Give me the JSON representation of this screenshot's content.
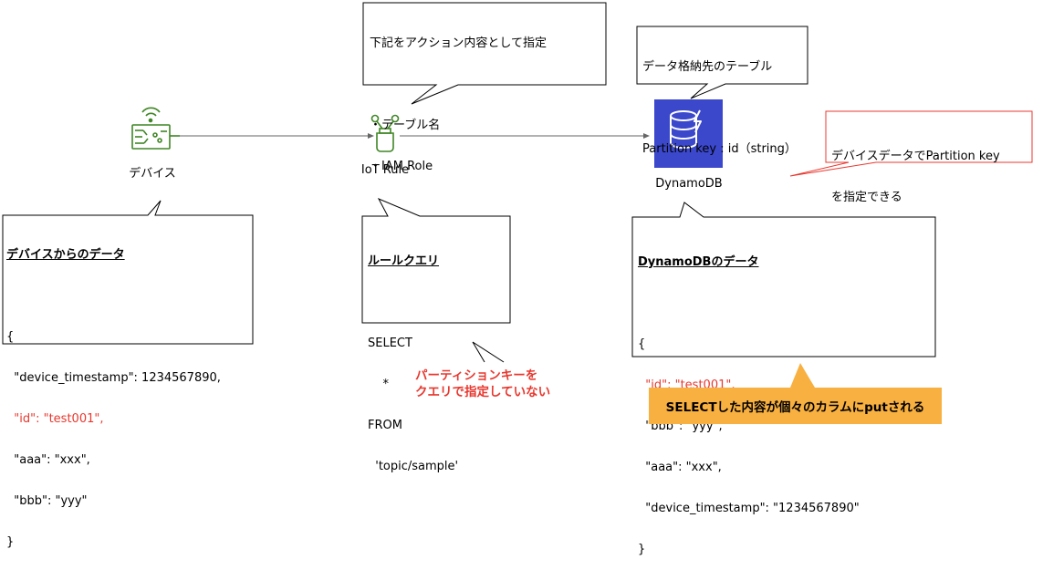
{
  "nodes": {
    "device": {
      "label": "デバイス"
    },
    "iot_rule": {
      "label": "IoT Rule"
    },
    "dynamodb": {
      "label": "DynamoDB"
    }
  },
  "callouts": {
    "action": {
      "lines": [
        "下記をアクション内容として指定",
        "",
        "・テーブル名",
        "・IAM Role"
      ]
    },
    "table": {
      "lines": [
        "データ格納先のテーブル",
        "",
        "Partition key : id（string）"
      ]
    },
    "partition_note": {
      "lines": [
        "デバイスデータでPartition key",
        "を指定できる"
      ]
    },
    "device_data": {
      "title": "デバイスからのデータ",
      "lines": [
        "{",
        "  \"device_timestamp\": 1234567890,",
        "  \"id\": \"test001\",",
        "  \"aaa\": \"xxx\",",
        "  \"bbb\": \"yyy\"",
        "}"
      ]
    },
    "rule_query": {
      "title": "ルールクエリ",
      "lines": [
        "SELECT",
        "    *",
        "FROM",
        "  'topic/sample'"
      ]
    },
    "dynamo_data": {
      "title": "DynamoDBのデータ",
      "lines": [
        "{",
        "  \"id\": \"test001\",",
        "  \"bbb\": \"yyy\",",
        "  \"aaa\": \"xxx\",",
        "  \"device_timestamp\": \"1234567890\"",
        "}"
      ]
    }
  },
  "notes": {
    "partition_key_not_specified": "パーティションキーを\nクエリで指定していない",
    "banner": "SELECTした内容が個々のカラムにputされる"
  },
  "colors": {
    "iot_green": "#3f8624",
    "dynamo_blue": "#3b48cc",
    "accent_red": "#e8382f",
    "banner_orange": "#f8b040"
  },
  "icons": {
    "device": "iot-device-icon",
    "iot_rule": "iot-rule-icon",
    "dynamodb": "dynamodb-icon"
  }
}
